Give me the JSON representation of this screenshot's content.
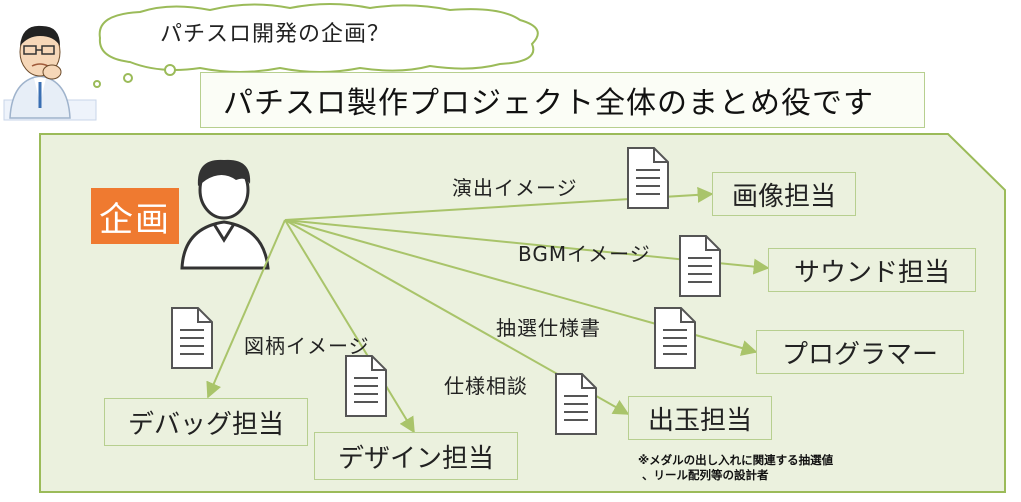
{
  "thought_text": "パチスロ開発の企画？",
  "headline": "パチスロ製作プロジェクト全体のまとめ役です",
  "planner_label": "企画",
  "roles": {
    "image": "画像担当",
    "sound": "サウンド担当",
    "programmer": "プログラマー",
    "dedama": "出玉担当",
    "debug": "デバッグ担当",
    "design": "デザイン担当"
  },
  "documents": {
    "image": "演出イメージ",
    "sound": "BGMイメージ",
    "programmer": "抽選仕様書",
    "dedama": "仕様相談",
    "design": "図柄イメージ"
  },
  "note": {
    "line1": "※メダルの出し入れに関連する抽選値",
    "line2": "、リール配列等の設計者"
  },
  "colors": {
    "panel_fill": "#ebf1de",
    "panel_border": "#9bbb59",
    "arrow": "#a9c46a",
    "planner_accent": "#ef7a30"
  }
}
